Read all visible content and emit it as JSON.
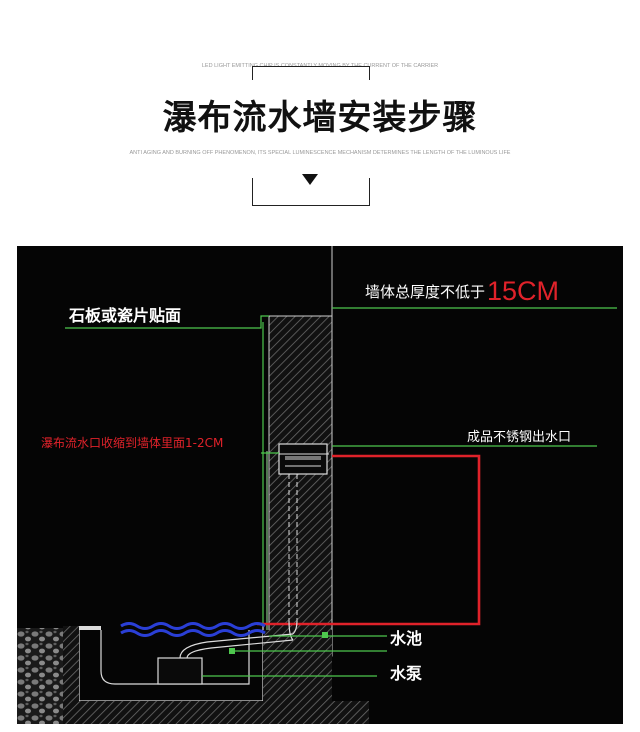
{
  "header": {
    "title": "瀑布流水墙安装步骤",
    "subtitle_top": "LED LIGHT EMITTING CHIP IS CONSTANTLY MOVING BY THE CURRENT OF THE CARRIER",
    "subtitle_bottom": "ANTI AGING AND BURNING OFF PHENOMENON, ITS SPECIAL LUMINESCENCE MECHANISM DETERMINES THE LENGTH OF THE LUMINOUS LIFE"
  },
  "diagram": {
    "wall_thickness_prefix": "墙体总厚度不低于",
    "wall_thickness_value": "15CM",
    "stone_tile_label": "石板或瓷片贴面",
    "outlet_recess_label": "瀑布流水口收缩到墙体里面1-2CM",
    "outlet_label": "成品不锈钢出水口",
    "pool_label": "水池",
    "pump_label": "水泵"
  },
  "colors": {
    "background": "#050505",
    "accent_red": "#e0222a",
    "line_green": "#4ec84e",
    "water_blue": "#2a3fd6"
  }
}
